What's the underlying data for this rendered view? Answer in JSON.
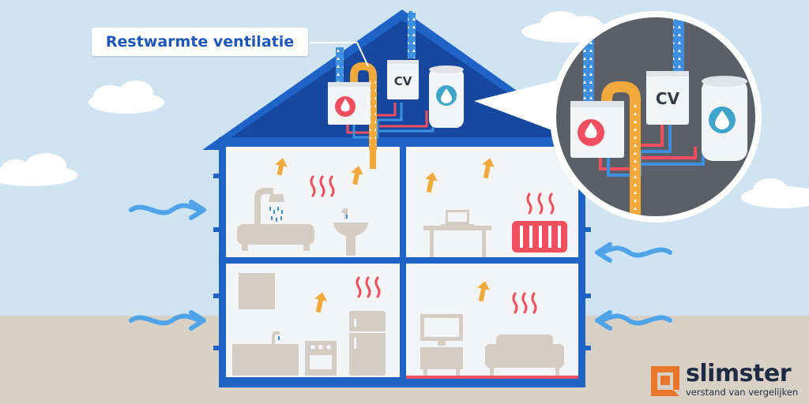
{
  "callout": {
    "label": "Restwarmte ventilatie"
  },
  "attic": {
    "cv_label": "CV"
  },
  "zoom": {
    "cv_label": "CV"
  },
  "brand": {
    "name": "slimster",
    "tagline": "verstand van vergelijken"
  },
  "colors": {
    "sky": "#cfe3f1",
    "ground": "#d9d1c5",
    "house_blue": "#1f63c7",
    "roof_dark": "#1648a0",
    "room_bg": "#f3f4f6",
    "furniture": "#d4cdc4",
    "arrow_orange": "#f2a93b",
    "heat_red": "#ef4f5f",
    "pipe_orange": "#f2a93b",
    "pipe_blue": "#3f8fe0",
    "zoom_bg": "#5a5f68",
    "wind_blue": "#4fa3e8",
    "brand_orange": "#e8762b",
    "brand_text": "#1f2a44"
  }
}
